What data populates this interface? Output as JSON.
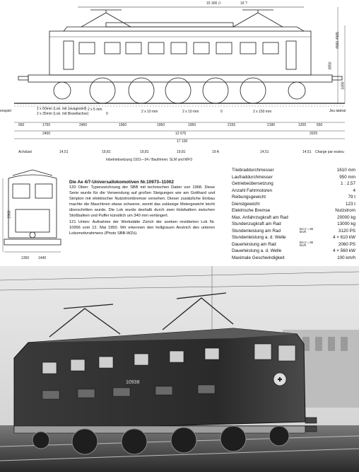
{
  "drawing": {
    "top_dimensions": [
      "15 300 ∅",
      "16 ?"
    ],
    "heights": [
      "3850",
      "4560-4565",
      "1690",
      "890"
    ],
    "left_side_label": "enspiel",
    "right_side_label": "Jeu latéral",
    "wheel_notes": [
      "2 x 60mm (Lok. mit Javagestell)",
      "2 x 35mm (Lok. mit Bissellachse)",
      "2 x 5 mm",
      "0",
      "2 x 10 mm",
      "2 x 10 mm",
      "0",
      "2 x 150 mm"
    ],
    "spacing_row": [
      "650",
      "1750",
      "2460",
      "1960",
      "1950",
      "1950",
      "2155",
      "2180",
      "1205",
      "650"
    ],
    "span_2400": "2400",
    "span_12675": "12 675",
    "span_2025": "2025",
    "span_17100": "17 100",
    "axle_label_left": "Achslast",
    "axle_loads": [
      "14,51",
      "19,81",
      "19,81",
      "19,81",
      "19 A",
      "14,51",
      "14,51"
    ],
    "axle_label_right": "Charge par essieu",
    "service_note": "Inbetriebsetzung 1931—34 / Baufirmen: SLM und MFO",
    "end_dims": [
      "2960",
      "1350",
      "1440"
    ]
  },
  "caption": {
    "title": "Die Ae 4/7-Universallokomotiven Nr.10973–11002",
    "p120": "120 Oben: Typenzeichnung der SBB mit technischen Daten von 1968. Diese Serie wurde für die Verwendung auf großen Steigungen wie am Gotthard und Simplon mit elektrischer Nutzstrombremse versehen. Dieser zusätzliche Einbau machte die Maschinen etwas schwerer, womit das zulässige Metergewicht leicht überschritten wurde. Die Lok wurde deshalb durch zwei Holzbalken zwischen Stoßbalken und Puffer künstlich um 340 mm verlängert.",
    "p121": "121 Unten: Aufnahme der Werkstätte Zürich der soeben revidierten Lok Nr. 10956 vom 12. Mai 1950. Wir erkennen den hellgrauen Anstrich des unteren Lokomotivrahmens (Photo SBB-WZü)."
  },
  "specs": [
    {
      "label": "Triebraddurchmesser",
      "value": "1610 mm",
      "note": ""
    },
    {
      "label": "Laufraddurchmesser",
      "value": "950 mm",
      "note": ""
    },
    {
      "label": "Getriebeübersetzung",
      "value": "1 : 2,57",
      "note": ""
    },
    {
      "label": "Anzahl Fahrmotoren",
      "value": "4",
      "note": ""
    },
    {
      "label": "Reibungsgewicht",
      "value": "79 t",
      "note": ""
    },
    {
      "label": "Dienstgewicht",
      "value": "123 t",
      "note": ""
    },
    {
      "label": "Elektrische Bremse",
      "value": "Nutzstrom",
      "note": ""
    },
    {
      "label": "Max. Anfahrzugkraft am Rad",
      "value": "20000 kg",
      "note": ""
    },
    {
      "label": "Stundenzugkraft am Rad",
      "value": "13000 kg",
      "note": ""
    },
    {
      "label": "Stundenleistung am Rad",
      "value": "3120 PS",
      "note": "bei V = 65 km/h"
    },
    {
      "label": "Stundenleistung a. d. Welle",
      "value": "4 × 610 kW",
      "note": ""
    },
    {
      "label": "Dauerleistung am Rad",
      "value": "2060 PS",
      "note": "bei V = 65 km/h"
    },
    {
      "label": "Dauerleistung a. d. Welle",
      "value": "4 × 560 kW",
      "note": ""
    },
    {
      "label": "Maximale Geschwindigkeit",
      "value": "100 km/h",
      "note": ""
    }
  ],
  "photo": {
    "number_plate": "10938",
    "emblem": "Swiss cross emblem"
  }
}
